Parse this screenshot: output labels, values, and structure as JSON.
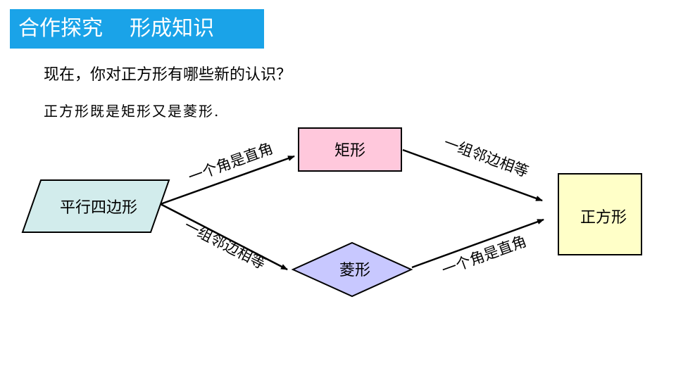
{
  "header": {
    "title": "合作探究    形成知识"
  },
  "question": "现在，你对正方形有哪些新的认识？",
  "answer": "正方形既是矩形又是菱形.",
  "nodes": {
    "parallelogram": "平行四边形",
    "rectangle": "矩形",
    "rhombus": "菱形",
    "square": "正方形"
  },
  "edges": {
    "para_to_rect": "一个角是直角",
    "para_to_rhombus": "一组邻边相等",
    "rect_to_square": "一组邻边相等",
    "rhombus_to_square": "一个角是直角"
  },
  "colors": {
    "title_bg": "#1aa3e8",
    "parallelogram_fill": "#d2ecec",
    "rectangle_fill": "#ffc8dc",
    "rhombus_fill": "#c8c8ff",
    "square_fill": "#ffffc8"
  }
}
